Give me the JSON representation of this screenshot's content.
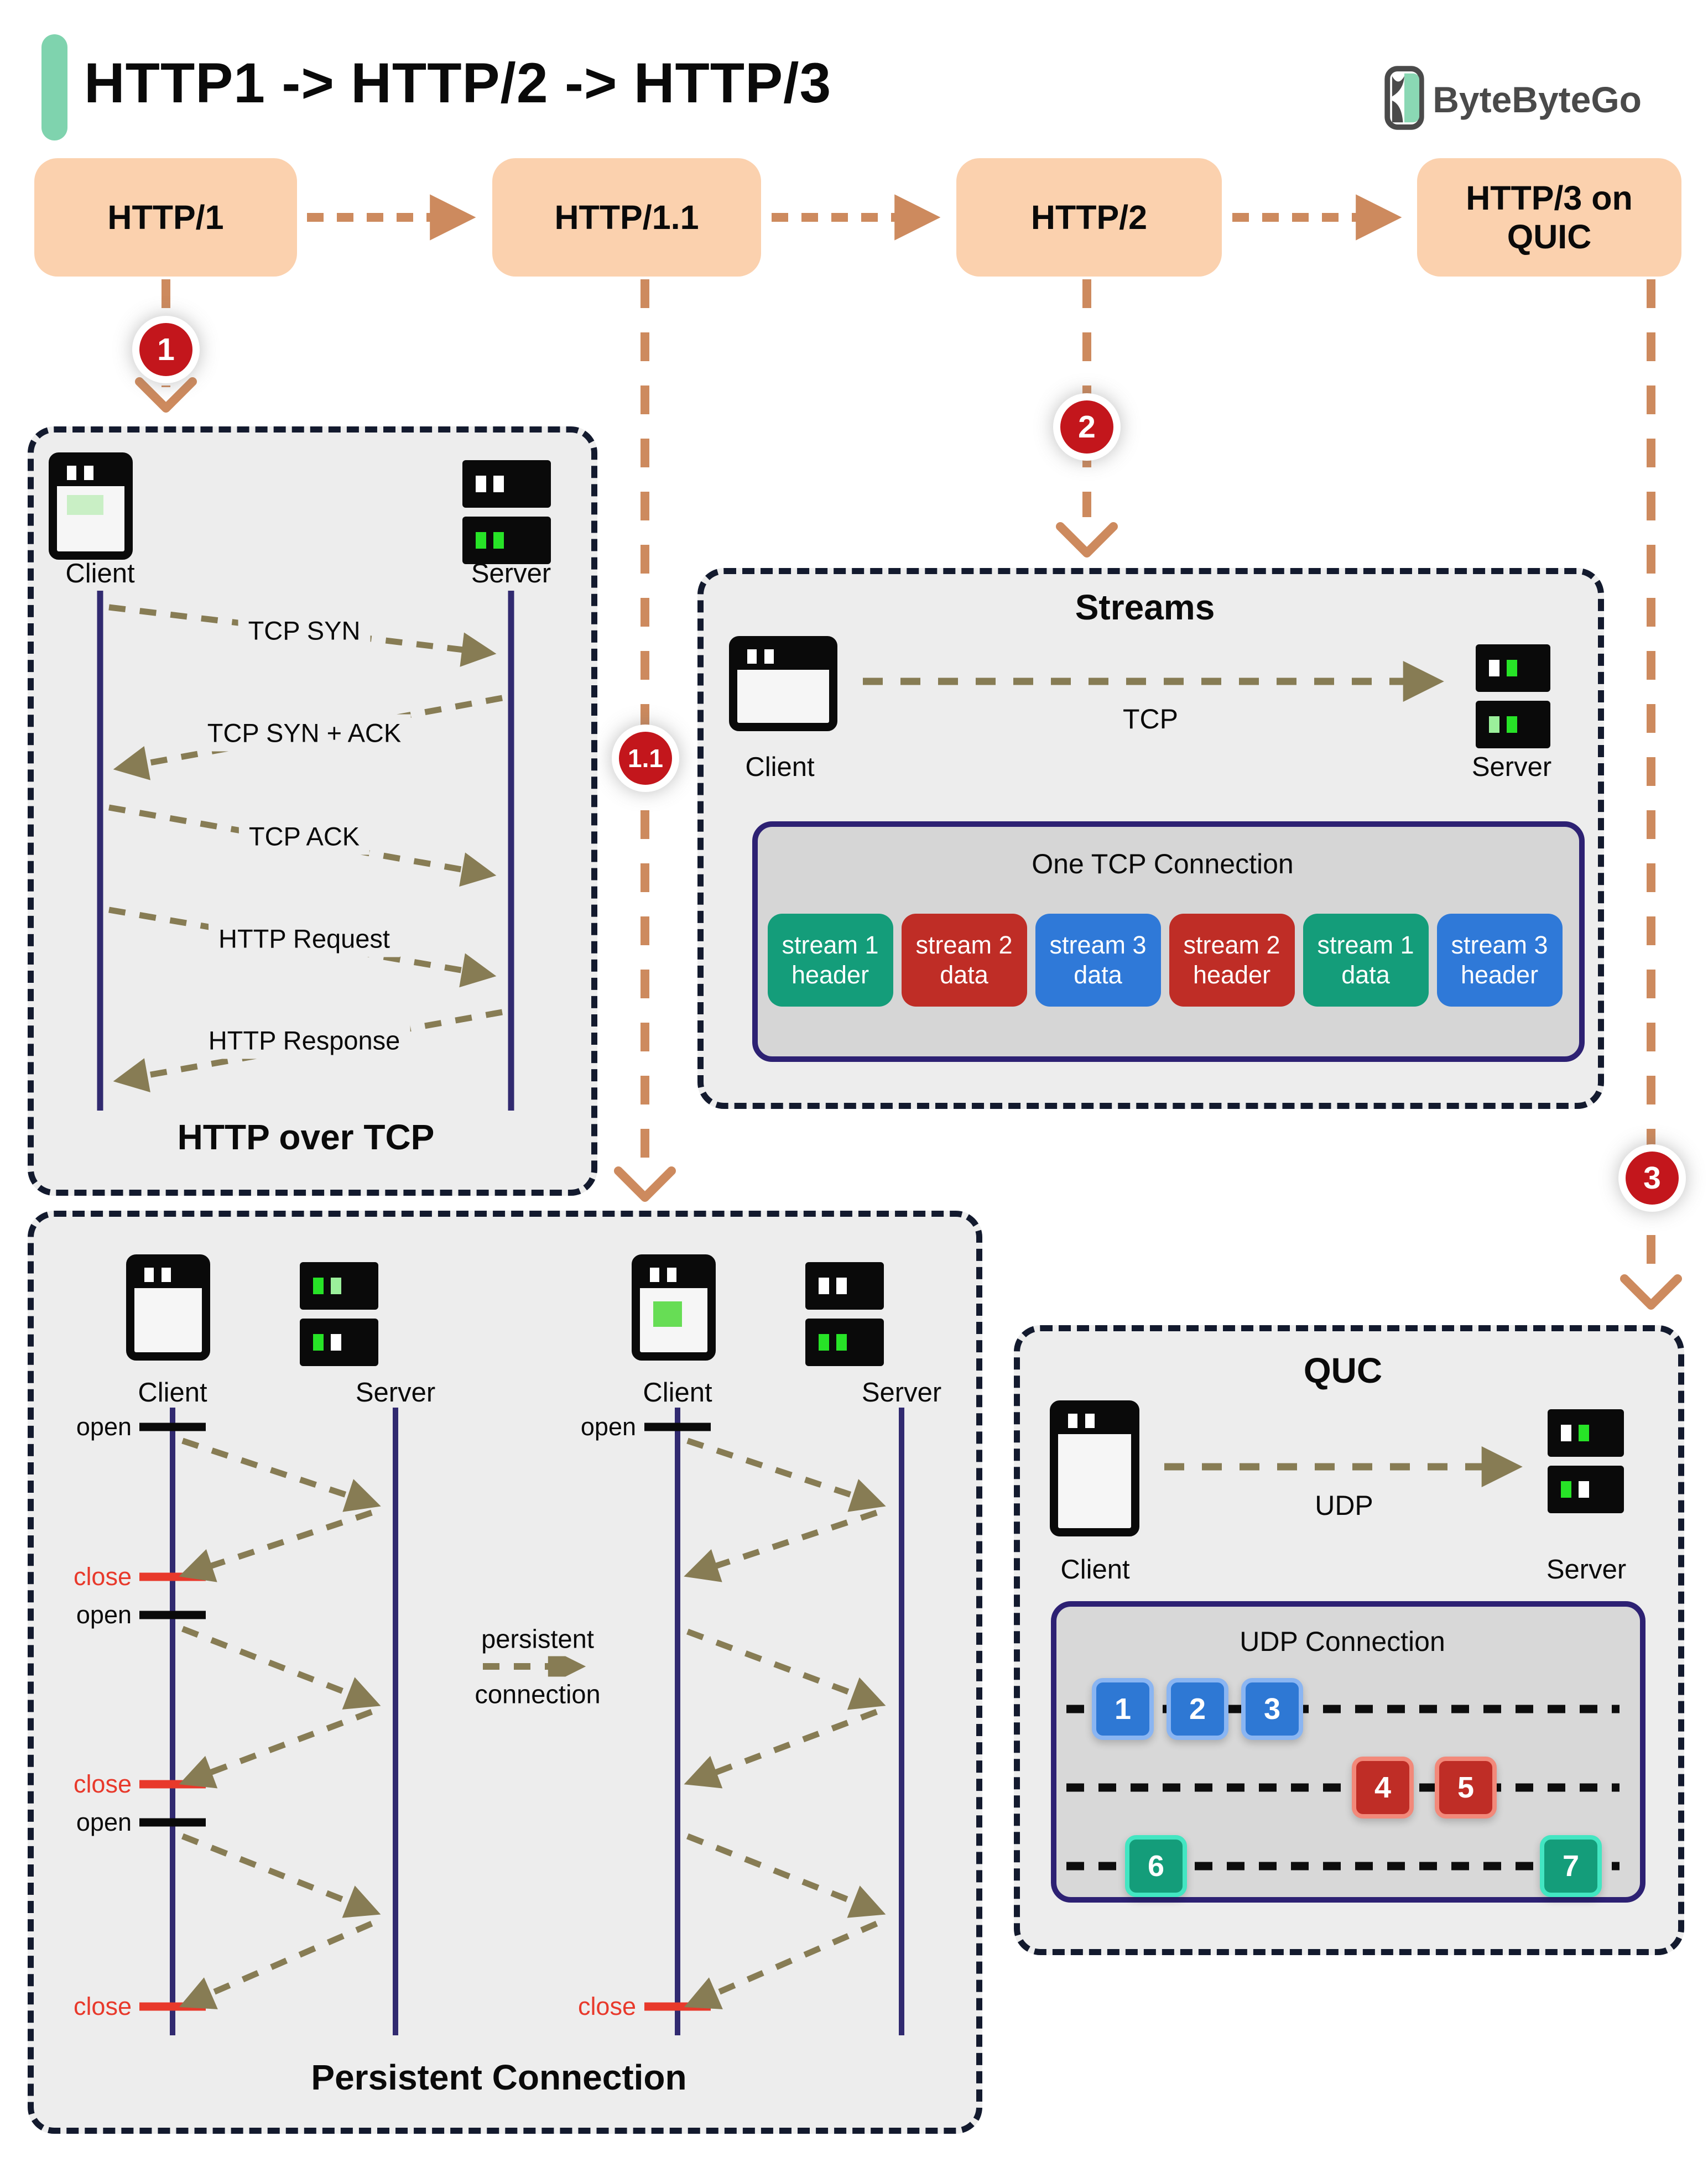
{
  "header": {
    "title": "HTTP1 -> HTTP/2 -> HTTP/3",
    "brand": "ByteByteGo"
  },
  "flow": {
    "stages": [
      {
        "label": "HTTP/1",
        "badge": "1"
      },
      {
        "label": "HTTP/1.1",
        "badge": "1.1"
      },
      {
        "label": "HTTP/2",
        "badge": "2"
      },
      {
        "label": "HTTP/3 on QUIC",
        "badge": "3"
      }
    ],
    "box_color": "#fbd1ae",
    "arrow_color": "#cd8a5e",
    "badge_color": "#c3161c"
  },
  "tcp_panel": {
    "title": "HTTP over TCP",
    "client_label": "Client",
    "server_label": "Server",
    "messages": [
      "TCP SYN",
      "TCP SYN + ACK",
      "TCP ACK",
      "HTTP Request",
      "HTTP Response"
    ]
  },
  "streams_panel": {
    "title": "Streams",
    "client_label": "Client",
    "server_label": "Server",
    "transport_label": "TCP",
    "connection": {
      "title": "One TCP Connection",
      "segments": [
        {
          "label": "stream 1 header",
          "color": "#149d7a"
        },
        {
          "label": "stream 2 data",
          "color": "#bf2d26"
        },
        {
          "label": "stream 3 data",
          "color": "#2f79d8"
        },
        {
          "label": "stream 2 header",
          "color": "#bf2d26"
        },
        {
          "label": "stream 1 data",
          "color": "#149d7a"
        },
        {
          "label": "stream 3 header",
          "color": "#2f79d8"
        }
      ]
    }
  },
  "persistent_panel": {
    "title": "Persistent Connection",
    "client_label": "Client",
    "server_label": "Server",
    "left_marks": [
      "open",
      "close",
      "open",
      "close",
      "open",
      "close"
    ],
    "right_marks": [
      "open",
      "close"
    ],
    "center_line1": "persistent",
    "center_line2": "connection",
    "open_color": "#0a0a0a",
    "close_color": "#e8392b"
  },
  "quc_panel": {
    "title": "QUC",
    "client_label": "Client",
    "server_label": "Server",
    "transport_label": "UDP",
    "connection": {
      "title": "UDP Connection",
      "packets": [
        {
          "label": "1",
          "color": "#2e78d4"
        },
        {
          "label": "2",
          "color": "#2e78d4"
        },
        {
          "label": "3",
          "color": "#2e78d4"
        },
        {
          "label": "4",
          "color": "#bf2d26"
        },
        {
          "label": "5",
          "color": "#bf2d26"
        },
        {
          "label": "6",
          "color": "#149d7a"
        },
        {
          "label": "7",
          "color": "#149d7a"
        }
      ]
    }
  }
}
